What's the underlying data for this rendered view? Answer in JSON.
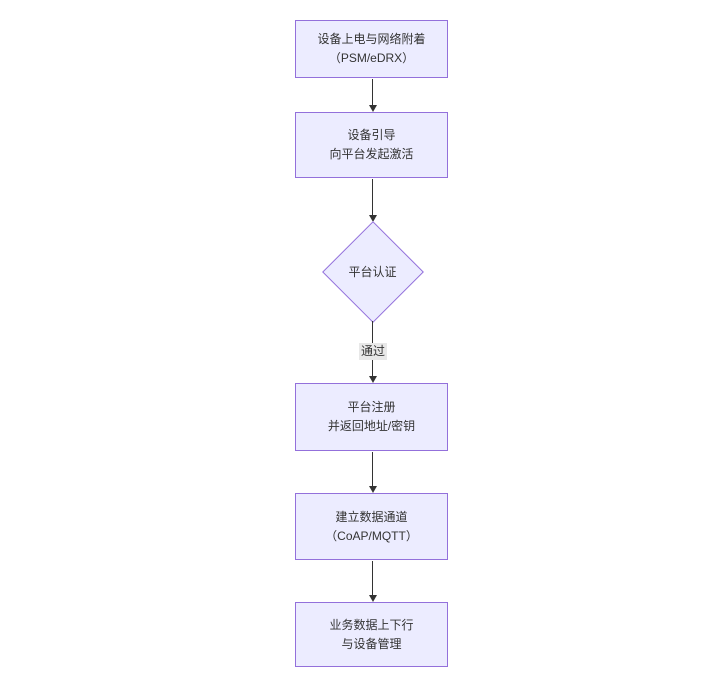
{
  "diagram": {
    "type": "flowchart",
    "direction": "top-to-bottom",
    "colors": {
      "node_fill": "#ECECFF",
      "node_border": "#9370DB",
      "connector_line": "#333333",
      "text": "#333333",
      "edge_label_background": "#e8e8e8",
      "canvas_background": "#ffffff"
    },
    "nodes": [
      {
        "id": "power-attach",
        "shape": "rectangle",
        "lines": [
          "设备上电与网络附着",
          "（PSM/eDRX）"
        ]
      },
      {
        "id": "bootstrap",
        "shape": "rectangle",
        "lines": [
          "设备引导",
          "向平台发起激活"
        ]
      },
      {
        "id": "platform-auth",
        "shape": "diamond",
        "lines": [
          "平台认证"
        ]
      },
      {
        "id": "platform-register",
        "shape": "rectangle",
        "lines": [
          "平台注册",
          "并返回地址/密钥"
        ]
      },
      {
        "id": "data-channel",
        "shape": "rectangle",
        "lines": [
          "建立数据通道",
          "（CoAP/MQTT）"
        ]
      },
      {
        "id": "business-data",
        "shape": "rectangle",
        "lines": [
          "业务数据上下行",
          "与设备管理"
        ]
      }
    ],
    "edges": [
      {
        "from": "power-attach",
        "to": "bootstrap",
        "label": ""
      },
      {
        "from": "bootstrap",
        "to": "platform-auth",
        "label": ""
      },
      {
        "from": "platform-auth",
        "to": "platform-register",
        "label": "通过"
      },
      {
        "from": "platform-register",
        "to": "data-channel",
        "label": ""
      },
      {
        "from": "data-channel",
        "to": "business-data",
        "label": ""
      }
    ]
  }
}
